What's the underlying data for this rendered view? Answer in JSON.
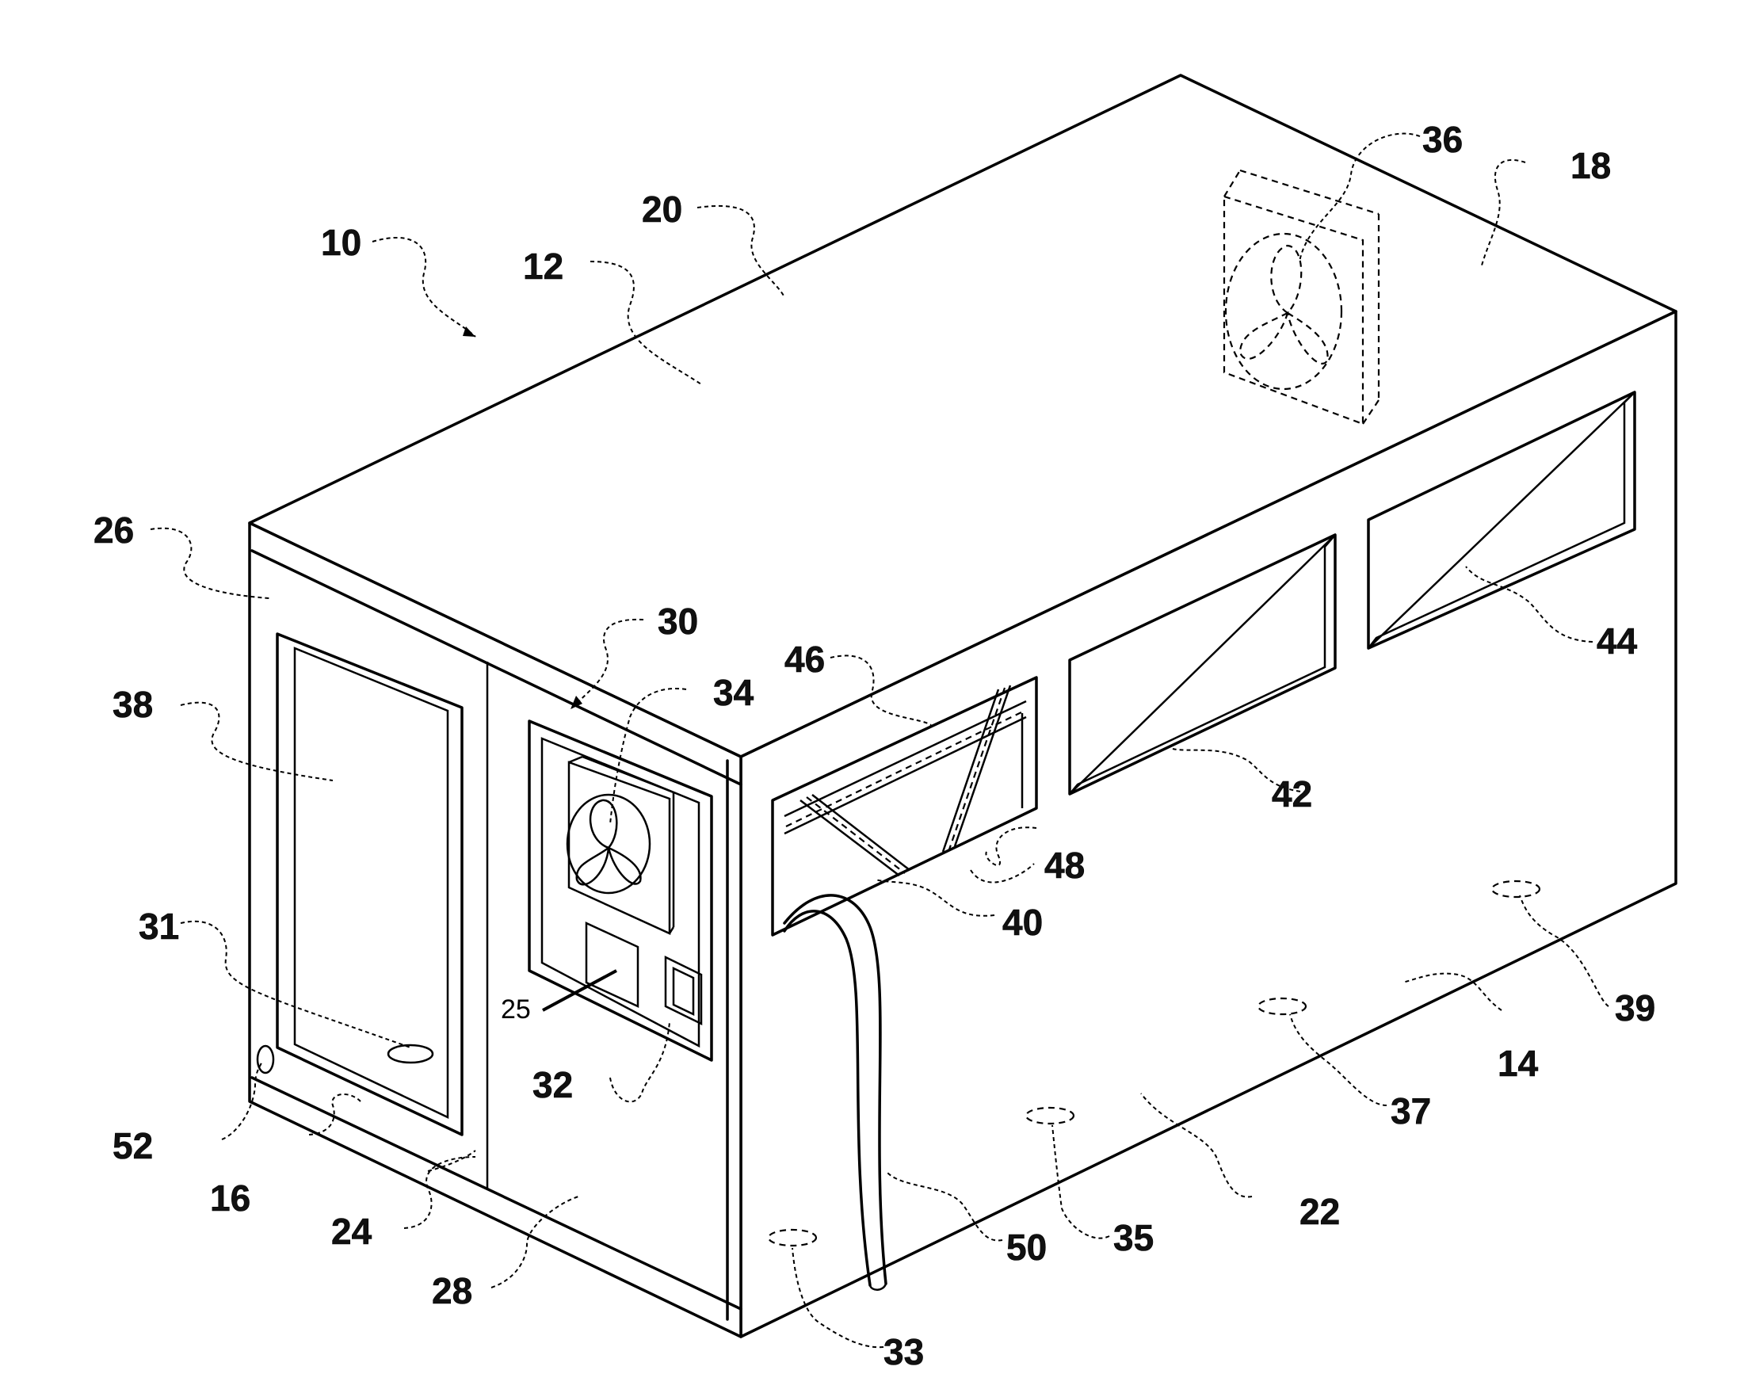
{
  "figure": {
    "reference_numerals": [
      {
        "id": "10",
        "text": "10"
      },
      {
        "id": "12",
        "text": "12"
      },
      {
        "id": "14",
        "text": "14"
      },
      {
        "id": "16",
        "text": "16"
      },
      {
        "id": "18",
        "text": "18"
      },
      {
        "id": "20",
        "text": "20"
      },
      {
        "id": "22",
        "text": "22"
      },
      {
        "id": "24",
        "text": "24"
      },
      {
        "id": "25",
        "text": "25"
      },
      {
        "id": "26",
        "text": "26"
      },
      {
        "id": "28",
        "text": "28"
      },
      {
        "id": "30",
        "text": "30"
      },
      {
        "id": "31",
        "text": "31"
      },
      {
        "id": "32",
        "text": "32"
      },
      {
        "id": "33",
        "text": "33"
      },
      {
        "id": "34",
        "text": "34"
      },
      {
        "id": "35",
        "text": "35"
      },
      {
        "id": "36",
        "text": "36"
      },
      {
        "id": "37",
        "text": "37"
      },
      {
        "id": "38",
        "text": "38"
      },
      {
        "id": "39",
        "text": "39"
      },
      {
        "id": "40",
        "text": "40"
      },
      {
        "id": "42",
        "text": "42"
      },
      {
        "id": "44",
        "text": "44"
      },
      {
        "id": "46",
        "text": "46"
      },
      {
        "id": "48",
        "text": "48"
      },
      {
        "id": "50",
        "text": "50"
      },
      {
        "id": "52",
        "text": "52"
      }
    ]
  }
}
